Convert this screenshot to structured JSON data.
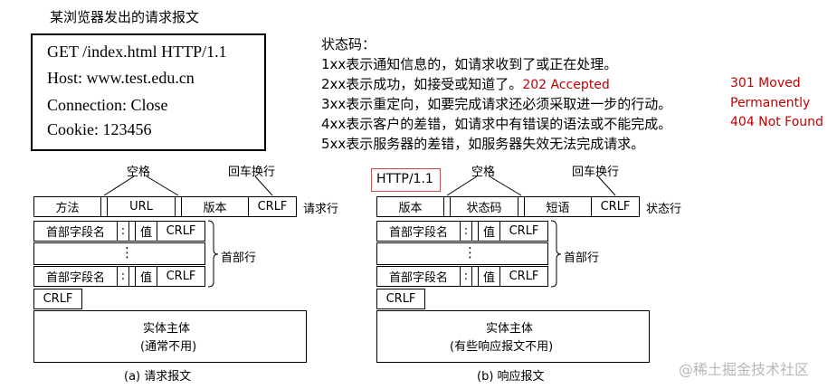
{
  "title": "某浏览器发出的请求报文",
  "request_example": {
    "line1": "GET /index.html HTTP/1.1",
    "line2": "Host: www.test.edu.cn",
    "line3": "Connection: Close",
    "line4": "Cookie: 123456"
  },
  "status": {
    "heading": "状态码：",
    "lines": [
      "1xx表示通知信息的，如请求收到了或正在处理。",
      "2xx表示成功，如接受或知道了。",
      "3xx表示重定向，如要完成请求还必须采取进一步的行动。",
      "4xx表示客户的差错，如请求中有错误的语法或不能完成。",
      "5xx表示服务器的差错，如服务器失效无法完成请求。"
    ],
    "note_202": "202 Accepted",
    "note_301a": "301 Moved",
    "note_301b": "Permanently",
    "note_404": "404 Not Found"
  },
  "request_diagram": {
    "space_label": "空格",
    "crlf_label": "回车换行",
    "line_cells": [
      "方法",
      "URL",
      "版本",
      "CRLF"
    ],
    "line_label": "请求行",
    "header_name": "首部字段名",
    "colon": ":",
    "value": "值",
    "crlf": "CRLF",
    "vdots": "⋮",
    "header_label": "首部行",
    "body_line1": "实体主体",
    "body_line2": "(通常不用)",
    "caption": "(a) 请求报文"
  },
  "response_diagram": {
    "version_tag": "HTTP/1.1",
    "space_label": "空格",
    "crlf_label": "回车换行",
    "line_cells": [
      "版本",
      "状态码",
      "短语",
      "CRLF"
    ],
    "line_label": "状态行",
    "header_name": "首部字段名",
    "colon": ":",
    "value": "值",
    "crlf": "CRLF",
    "vdots": "⋮",
    "header_label": "首部行",
    "body_line1": "实体主体",
    "body_line2": "(有些响应报文不用)",
    "caption": "(b) 响应报文"
  },
  "watermark": "@稀土掘金技术社区"
}
